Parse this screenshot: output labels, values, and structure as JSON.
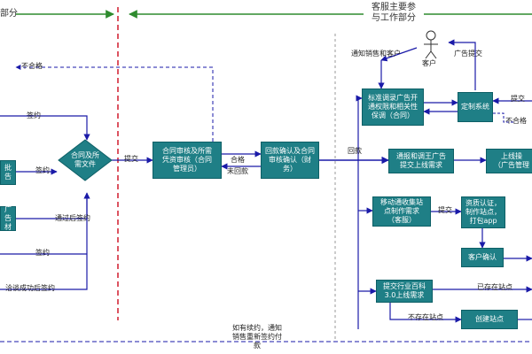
{
  "header": {
    "left_title": "部分",
    "right_title": "客服主要参\n与工作部分"
  },
  "actor": {
    "label": "客户"
  },
  "boxes": {
    "left_a": "批\n告",
    "left_b": "广告\n材",
    "contract_review": "合同审核及所需\n凭资审核（合同\n管理员）",
    "payment_confirm": "回款确认及合同\n审核确认（财\n务）",
    "standard_auth": "标准调录广告开\n通权限和相关性\n保调（合同）",
    "custom_system": "定制系统",
    "notify_tuner": "通报和调王广告\n提交上线需求",
    "online": "上线操\n（广告管理",
    "mobile_collect": "移动通收集站\n点制作需求\n（客服）",
    "qualify": "资质认证，\n制作站点，\n打包app",
    "customer_confirm": "客户确认",
    "submit_industry": "提交行业百科\n3.0上线需求",
    "create_site": "创建站点"
  },
  "diamond": {
    "label": "合同及所\n需文件"
  },
  "labels": {
    "unqualified_top": "不合格",
    "sign_1": "签约",
    "sign_2": "签约",
    "after_sign": "通过后签约",
    "sign_3": "签约",
    "negotiate_sign": "洽谈成功后签约",
    "submit_1": "提交",
    "qualified": "合格",
    "unpaid": "未回款",
    "repaid": "回款",
    "notify_sales": "通知销售和客户",
    "ad_submit": "广告提交",
    "submit_right": "提交",
    "unqualified_right": "不合格",
    "submit_mobile": "提交",
    "site_exists": "已存在站点",
    "site_missing": "不存在站点",
    "renewal": "如有续约，通知\n销售重新签约付\n款"
  }
}
